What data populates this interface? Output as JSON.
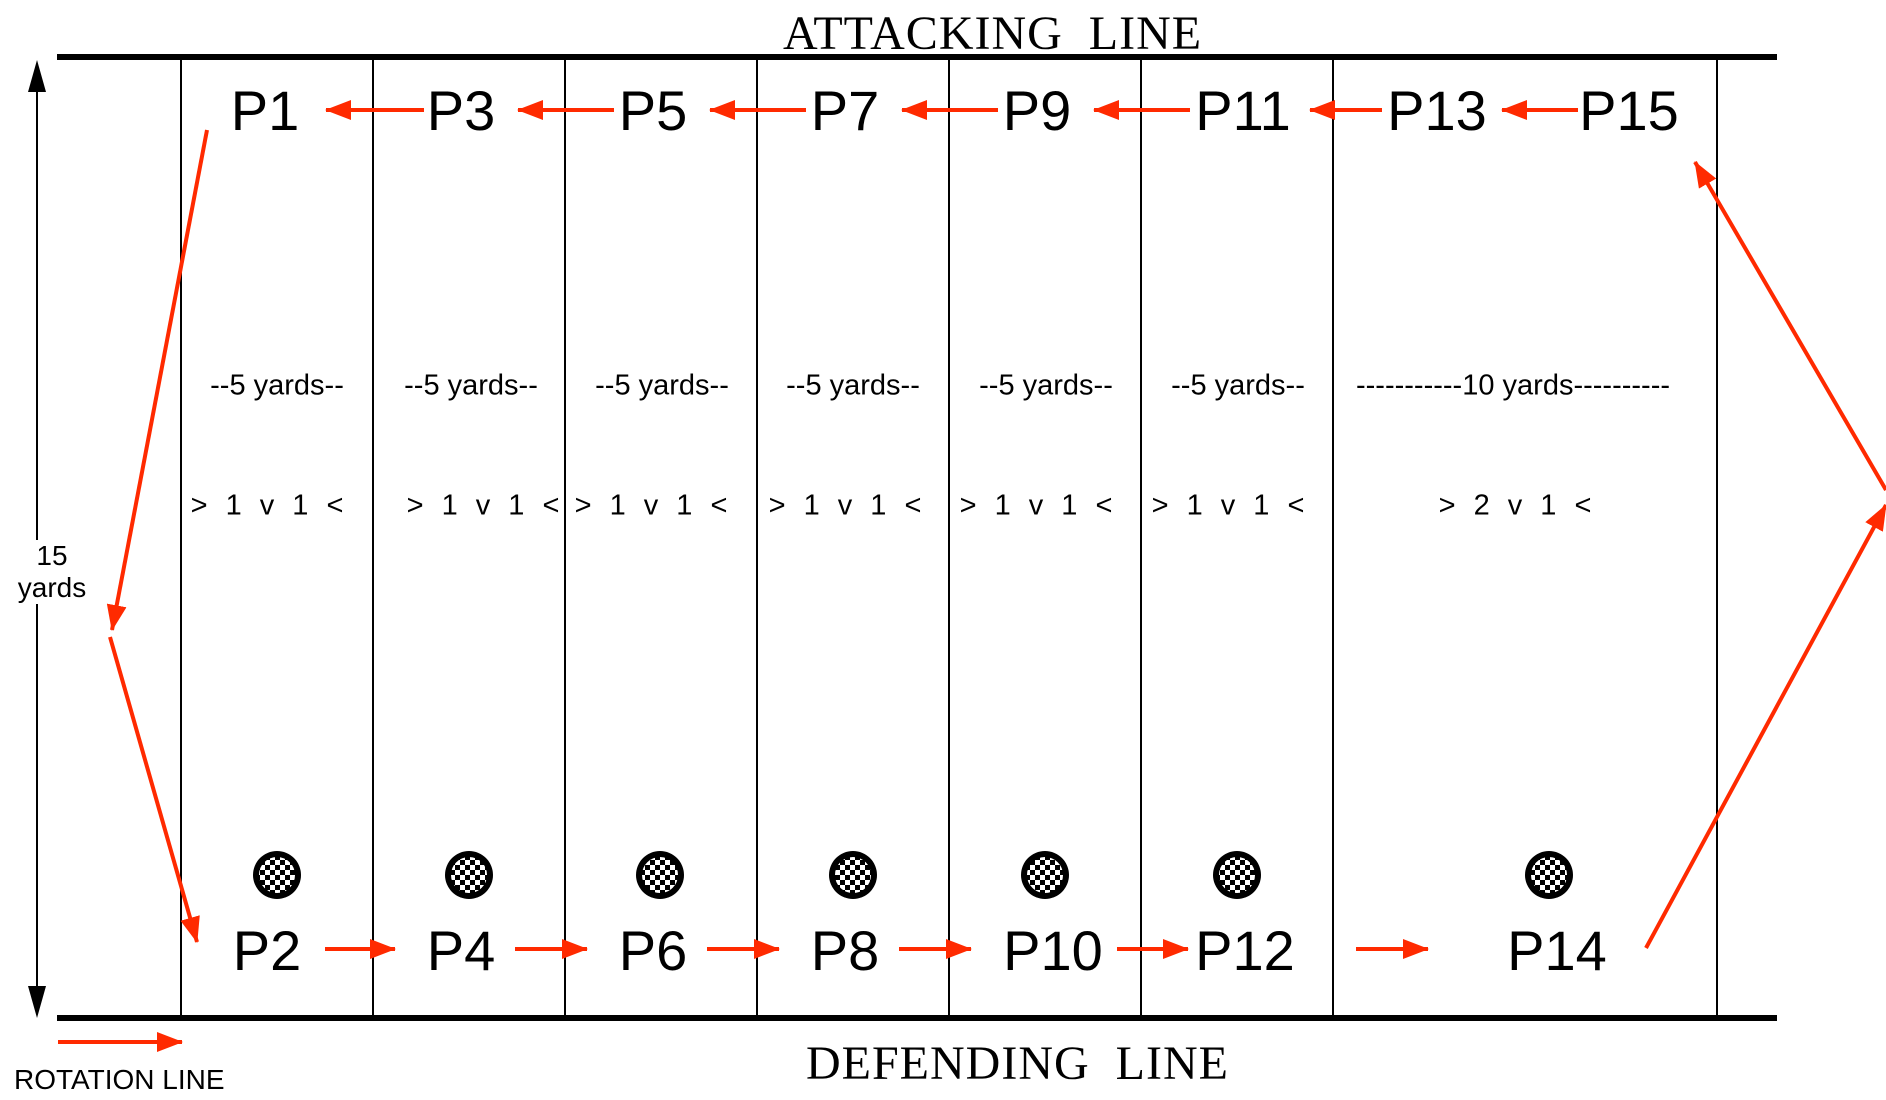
{
  "diagram": {
    "attacking_line": "ATTACKING  LINE",
    "defending_line": "DEFENDING  LINE",
    "height_label": "15\nyards",
    "legend_label": "ROTATION LINE",
    "colors": {
      "line": "#000000",
      "arrow": "#ff2a00"
    },
    "ball_icon": "checkered-ball-icon",
    "top_players": [
      "P1",
      "P3",
      "P5",
      "P7",
      "P9",
      "P11",
      "P13",
      "P15"
    ],
    "bottom_players": [
      "P2",
      "P4",
      "P6",
      "P8",
      "P10",
      "P12",
      "P14"
    ],
    "zones": [
      {
        "width_label": "--5 yards--",
        "matchup": "> 1 v 1 <"
      },
      {
        "width_label": "--5 yards--",
        "matchup": "> 1 v 1 <"
      },
      {
        "width_label": "--5 yards--",
        "matchup": "> 1 v 1 <"
      },
      {
        "width_label": "--5 yards--",
        "matchup": "> 1 v 1 <"
      },
      {
        "width_label": "--5 yards--",
        "matchup": "> 1 v 1 <"
      },
      {
        "width_label": "--5 yards--",
        "matchup": "> 1 v 1 <"
      },
      {
        "width_label": "-----------10 yards----------",
        "matchup": "> 2 v 1 <"
      }
    ]
  }
}
